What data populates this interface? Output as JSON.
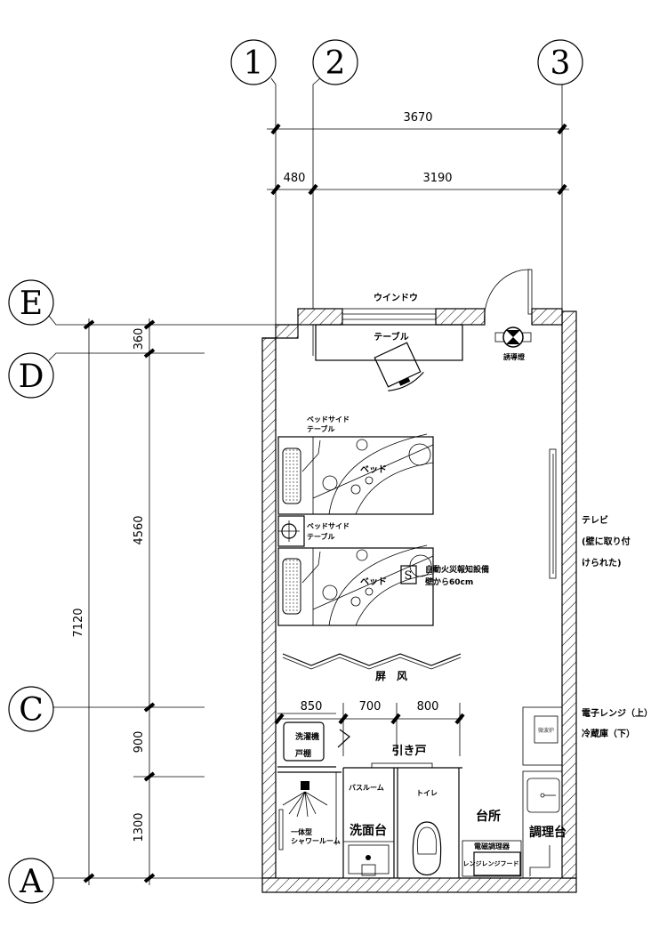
{
  "axes": {
    "columns": [
      "1",
      "2",
      "3"
    ],
    "rows": [
      "E",
      "D",
      "C",
      "A"
    ]
  },
  "dimensions": {
    "top_total": "3670",
    "top_left": "480",
    "top_right": "3190",
    "left_total": "7120",
    "left_segments": [
      "360",
      "4560",
      "900",
      "1300"
    ],
    "bath_segments": [
      "850",
      "700",
      "800"
    ]
  },
  "labels": {
    "window": "ウインドウ",
    "table": "テーブル",
    "guide_light": "誘導燈",
    "bedside_table_top": "ベッドサイド\nテーブル",
    "bedside_table_top_l1": "ベッドサイド",
    "bedside_table_top_l2": "テーブル",
    "bedside_table_mid_l1": "ベッドサイド",
    "bedside_table_mid_l2": "テーブル",
    "bed1": "ベッド",
    "bed2": "ベッド",
    "smoke_detector_symbol": "S",
    "smoke_detector_l1": "自動火災報知設備",
    "smoke_detector_l2": "壁から60cm",
    "tv_l1": "テレビ",
    "tv_l2": "(壁に取り付",
    "tv_l3": "けられた)",
    "screen": "屏　风",
    "microwave_fridge_l1": "電子レンジ（上）",
    "microwave_fridge_l2": "冷蔵庫（下）",
    "microwave_tag": "微波炉",
    "washer": "洗濯機",
    "cupboard": "戸棚",
    "sliding_door": "引き戸",
    "bathroom": "バスルーム",
    "toilet": "トイレ",
    "shower_l1": "一体型",
    "shower_l2": "シャワールーム",
    "washbasin": "洗面台",
    "kitchen": "台所",
    "cooking_counter": "調理台",
    "induction_cooker": "電磁調理器",
    "range_hood": "レンジレンジフード"
  }
}
